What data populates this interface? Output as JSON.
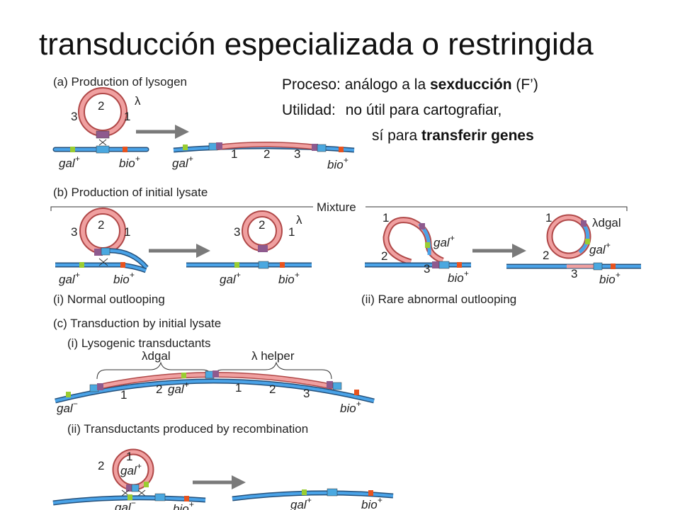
{
  "title": "transducción especializada o restringida",
  "info": {
    "line1_prefix": "Proceso: análogo a la ",
    "line1_bold": "sexducción",
    "line1_suffix": " (F’)",
    "line2_prefix": "Utilidad: ",
    "line2_text": "no útil para cartografiar,",
    "line3_prefix": "sí para ",
    "line3_bold": "transferir genes"
  },
  "panels": {
    "a_title": "(a)  Production of lysogen",
    "b_title": "(b)  Production of initial lysate",
    "b_mixture": "Mixture",
    "b_i_caption": "(i)  Normal outlooping",
    "b_ii_caption": "(ii)  Rare abnormal  outlooping",
    "c_title": "(c)  Transduction by initial lysate",
    "c_i_title": "(i)  Lysogenic transductants",
    "c_ii_title": "(ii) Transductants produced by recombination"
  },
  "labels": {
    "lambda": "λ",
    "lambda_dgal": "λdgal",
    "lambda_helper": "λ helper",
    "gal_plus": "gal",
    "gal_minus": "gal",
    "bio_plus": "bio",
    "sup_plus": "+",
    "sup_minus": "−",
    "n1": "1",
    "n2": "2",
    "n3": "3"
  },
  "colors": {
    "bacterial_dna": "#3d8fd1",
    "phage_dna": "#e57f7f",
    "gal_marker": "#9acd32",
    "bio_marker": "#e8531e",
    "att_blue": "#4aa8e0",
    "att_purple": "#8e5a8e",
    "arrow": "#7a7a7a"
  }
}
